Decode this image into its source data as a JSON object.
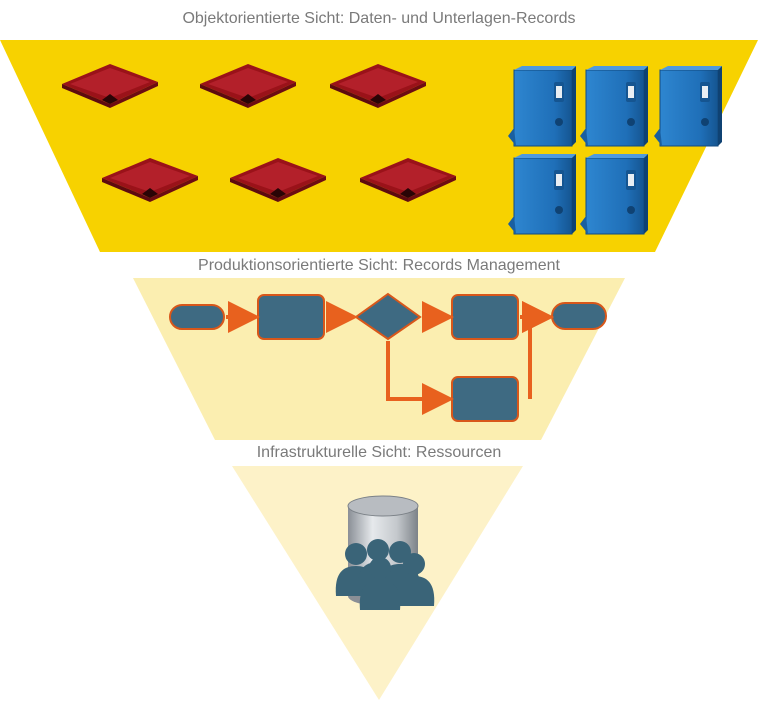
{
  "layers": {
    "top": {
      "label": "Objektorientierte Sicht: Daten- und Unterlagen-Records",
      "document_icon": "red-document-folder-icon",
      "binder_icon": "blue-binder-icon"
    },
    "middle": {
      "label": "Produktionsorientierte Sicht: Records Management",
      "flow_icon": "process-flow-diagram"
    },
    "bottom": {
      "label": "Infrastrukturelle Sicht: Ressourcen",
      "resource_icon": "database-people-icon"
    }
  },
  "colors": {
    "top_band": "#f7d200",
    "middle_band": "#fbeeb0",
    "bottom_band": "#fdf2c8",
    "document_red": "#a0141c",
    "binder_blue": "#1f6fb8",
    "process_box": "#3e6a82",
    "flow_arrow": "#e8611e",
    "label_text": "#7a7a7a"
  }
}
